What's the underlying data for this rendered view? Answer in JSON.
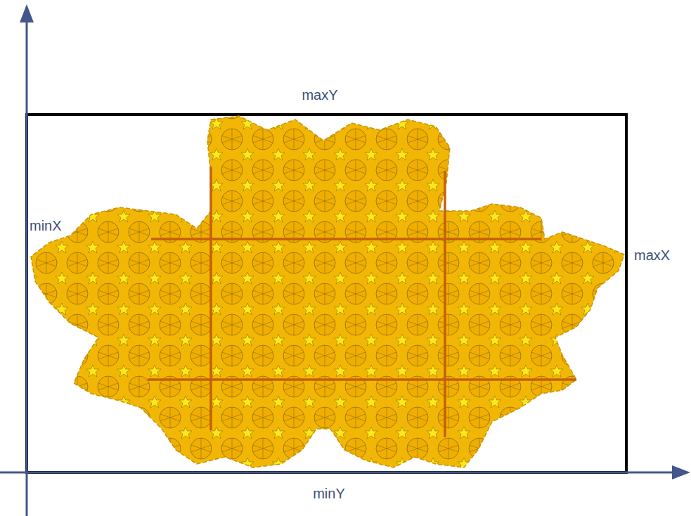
{
  "diagram": {
    "labels": [
      "maxY",
      "minX",
      "maxX",
      "minY"
    ]
  }
}
